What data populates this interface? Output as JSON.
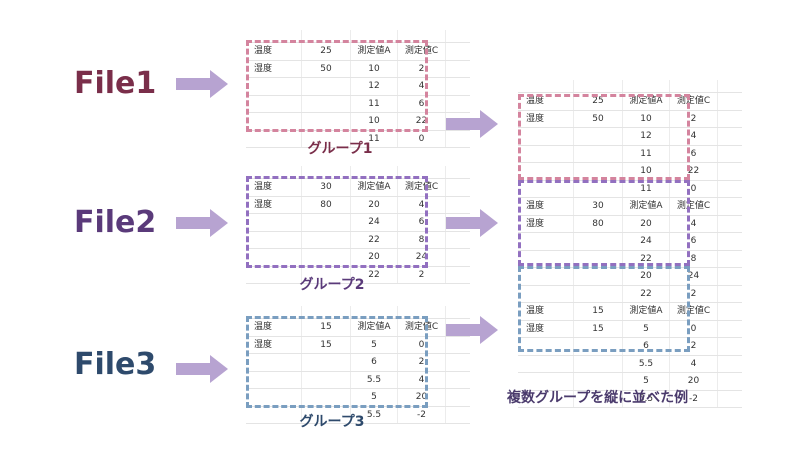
{
  "colors": {
    "file1": "#7a2e4a",
    "file2": "#5a3a7a",
    "file3": "#2e4a6c",
    "group1_border": "#d4849e",
    "group2_border": "#9270c0",
    "group3_border": "#7a9ec0",
    "arrow": "#b7a3d1"
  },
  "files": [
    {
      "label": "File1"
    },
    {
      "label": "File2"
    },
    {
      "label": "File3"
    }
  ],
  "groups": [
    {
      "label": "グループ1",
      "rows": [
        [
          "温度",
          "25",
          "測定値A",
          "測定値C"
        ],
        [
          "湿度",
          "50",
          "10",
          "2"
        ],
        [
          "",
          "",
          "12",
          "4"
        ],
        [
          "",
          "",
          "11",
          "6"
        ],
        [
          "",
          "",
          "10",
          "22"
        ],
        [
          "",
          "",
          "11",
          "0"
        ]
      ]
    },
    {
      "label": "グループ2",
      "rows": [
        [
          "温度",
          "30",
          "測定値A",
          "測定値C"
        ],
        [
          "湿度",
          "80",
          "20",
          "4"
        ],
        [
          "",
          "",
          "24",
          "6"
        ],
        [
          "",
          "",
          "22",
          "8"
        ],
        [
          "",
          "",
          "20",
          "24"
        ],
        [
          "",
          "",
          "22",
          "2"
        ]
      ]
    },
    {
      "label": "グループ3",
      "rows": [
        [
          "温度",
          "15",
          "測定値A",
          "測定値C"
        ],
        [
          "湿度",
          "15",
          "5",
          "0"
        ],
        [
          "",
          "",
          "6",
          "2"
        ],
        [
          "",
          "",
          "5.5",
          "4"
        ],
        [
          "",
          "",
          "5",
          "20"
        ],
        [
          "",
          "",
          "5.5",
          "-2"
        ]
      ]
    }
  ],
  "caption": "複数グループを縦に並べた例"
}
